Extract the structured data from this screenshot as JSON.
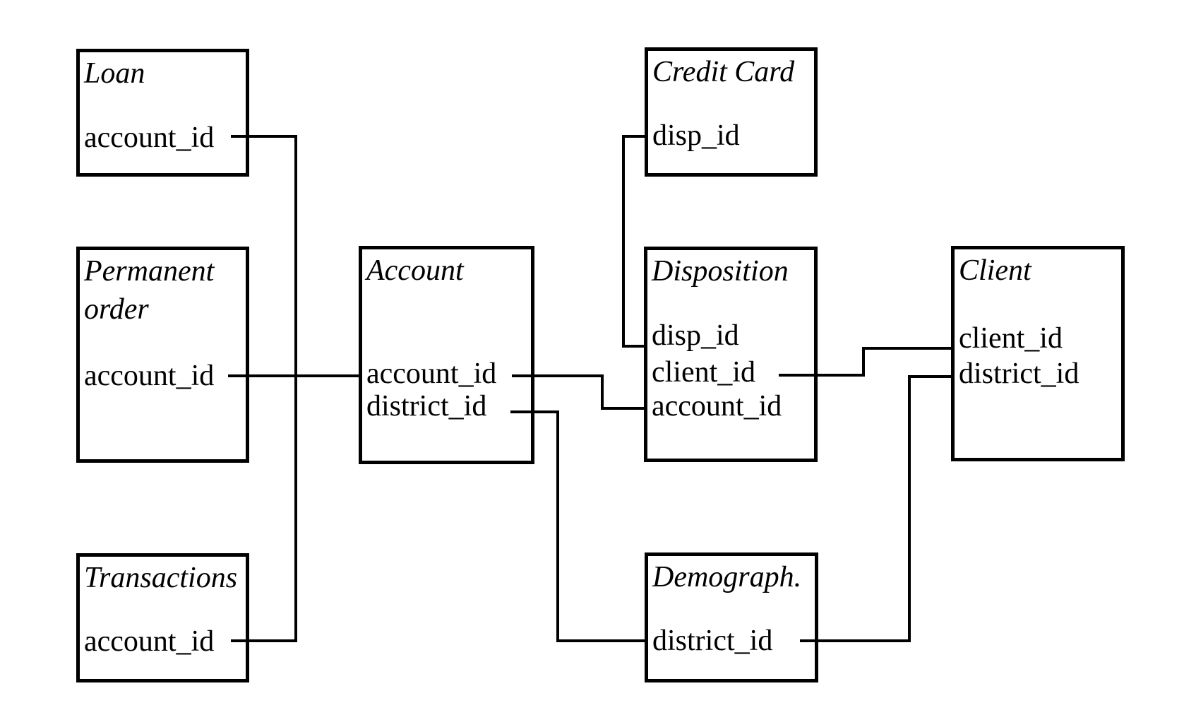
{
  "diagram": {
    "type": "entity-relationship-schema",
    "background_color": "#ffffff",
    "line_color": "#000000",
    "entities": {
      "loan": {
        "name": "Loan",
        "fields": [
          "account_id"
        ]
      },
      "permanent_order": {
        "name": "Permanent order",
        "fields": [
          "account_id"
        ]
      },
      "transactions": {
        "name": "Transactions",
        "fields": [
          "account_id"
        ]
      },
      "account": {
        "name": "Account",
        "fields": [
          "account_id",
          "district_id"
        ]
      },
      "credit_card": {
        "name": "Credit Card",
        "fields": [
          "disp_id"
        ]
      },
      "disposition": {
        "name": "Disposition",
        "fields": [
          "disp_id",
          "client_id",
          "account_id"
        ]
      },
      "demograph": {
        "name": "Demograph.",
        "fields": [
          "district_id"
        ]
      },
      "client": {
        "name": "Client",
        "fields": [
          "client_id",
          "district_id"
        ]
      }
    },
    "relationships": [
      {
        "from_entity": "Loan",
        "from_field": "account_id",
        "to_entity": "Transactions",
        "to_field": "account_id"
      },
      {
        "from_entity": "Permanent order",
        "from_field": "account_id",
        "to_entity": "Account",
        "to_field": "account_id"
      },
      {
        "from_entity": "Account",
        "from_field": "account_id",
        "to_entity": "Disposition",
        "to_field": "account_id"
      },
      {
        "from_entity": "Account",
        "from_field": "district_id",
        "to_entity": "Demograph.",
        "to_field": "district_id"
      },
      {
        "from_entity": "Credit Card",
        "from_field": "disp_id",
        "to_entity": "Disposition",
        "to_field": "disp_id"
      },
      {
        "from_entity": "Disposition",
        "from_field": "client_id",
        "to_entity": "Client",
        "to_field": "client_id"
      },
      {
        "from_entity": "Demograph.",
        "from_field": "district_id",
        "to_entity": "Client",
        "to_field": "district_id"
      }
    ]
  }
}
